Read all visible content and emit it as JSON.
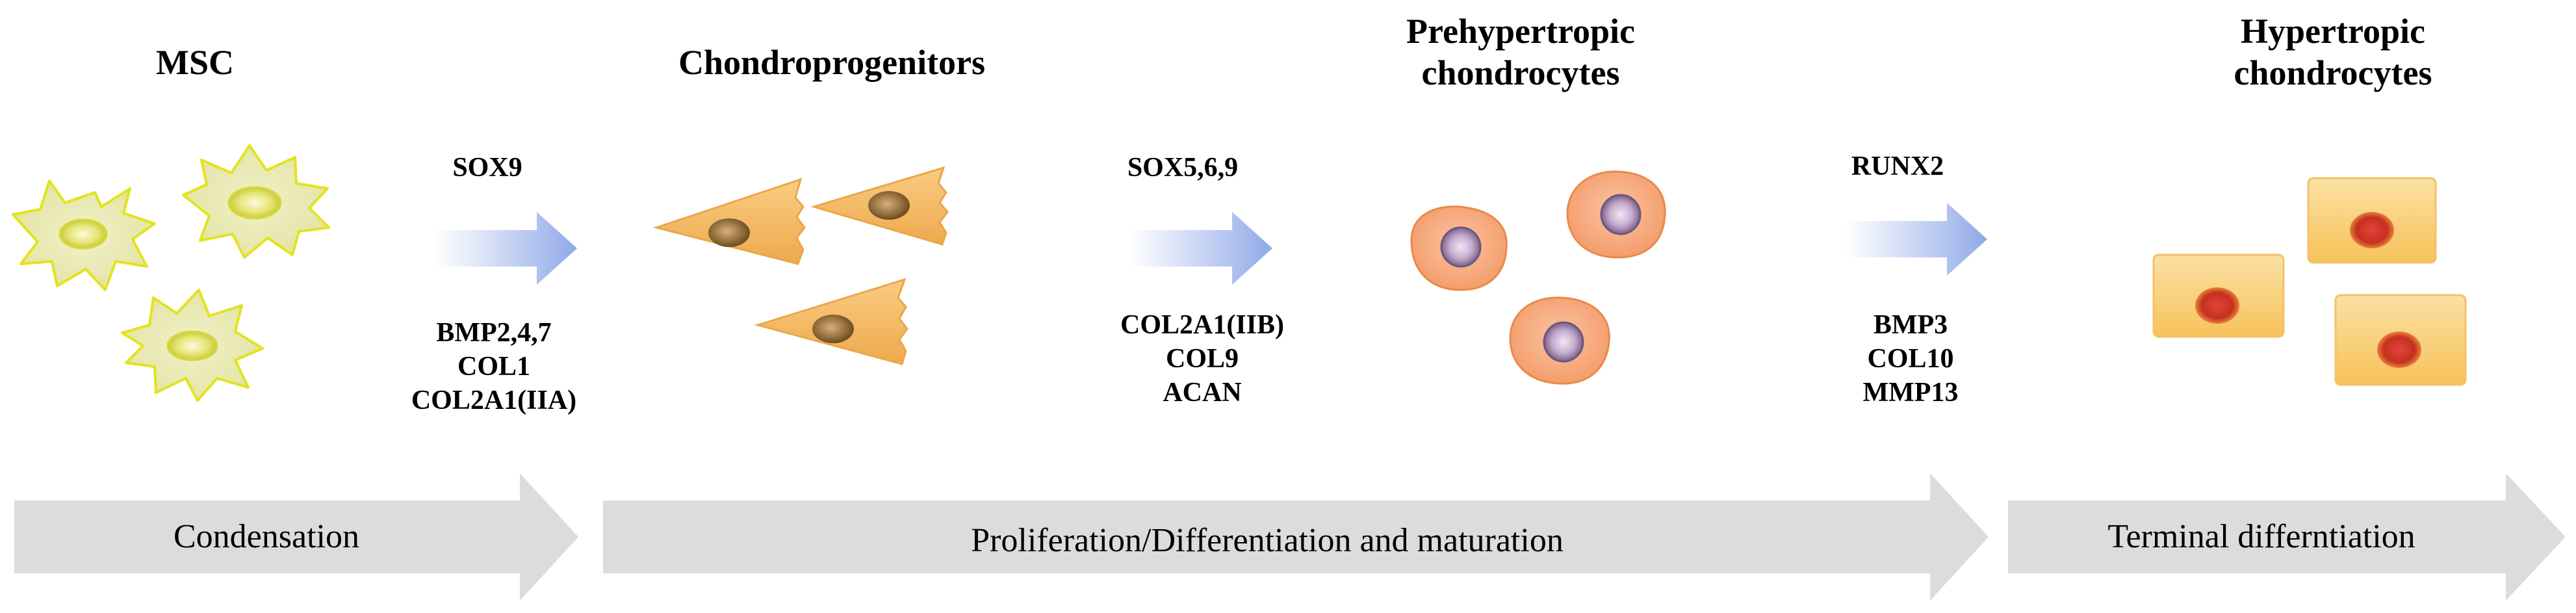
{
  "stages": [
    {
      "id": "msc",
      "title_lines": [
        "MSC"
      ]
    },
    {
      "id": "chondroprogenitors",
      "title_lines": [
        "Chondroprogenitors"
      ]
    },
    {
      "id": "prehypertrophic",
      "title_lines": [
        "Prehypertropic",
        "chondrocytes"
      ]
    },
    {
      "id": "hypertrophic",
      "title_lines": [
        "Hypertropic",
        "chondrocytes"
      ]
    }
  ],
  "transitions": [
    {
      "factor": "SOX9",
      "markers": [
        "BMP2,4,7",
        "COL1",
        "COL2A1(IIA)"
      ]
    },
    {
      "factor": "SOX5,6,9",
      "markers": [
        "COL2A1(IIB)",
        "COL9",
        "ACAN"
      ]
    },
    {
      "factor": "RUNX2",
      "markers": [
        "BMP3",
        "COL10",
        "MMP13"
      ]
    }
  ],
  "processes": [
    {
      "label": "Condensation"
    },
    {
      "label": "Proliferation/Differentiation and maturation"
    },
    {
      "label": "Terminal differntiation"
    }
  ],
  "colors": {
    "msc_fill": "#e9e9b0",
    "msc_stroke": "#e3e31c",
    "msc_nucleus": "#dede5a",
    "progenitor_fill": "#f4bb62",
    "progenitor_nucleus": "#8f6b2f",
    "prehyp_fill": "#f6a87e",
    "prehyp_stroke": "#e88a4c",
    "prehyp_nucleus": "#9a7ea6",
    "hyp_fill": "#f9cf72",
    "hyp_nucleus": "#c7352a",
    "arrow_blue": "#9cb4ea",
    "process_gray": "#dcdcdc"
  }
}
